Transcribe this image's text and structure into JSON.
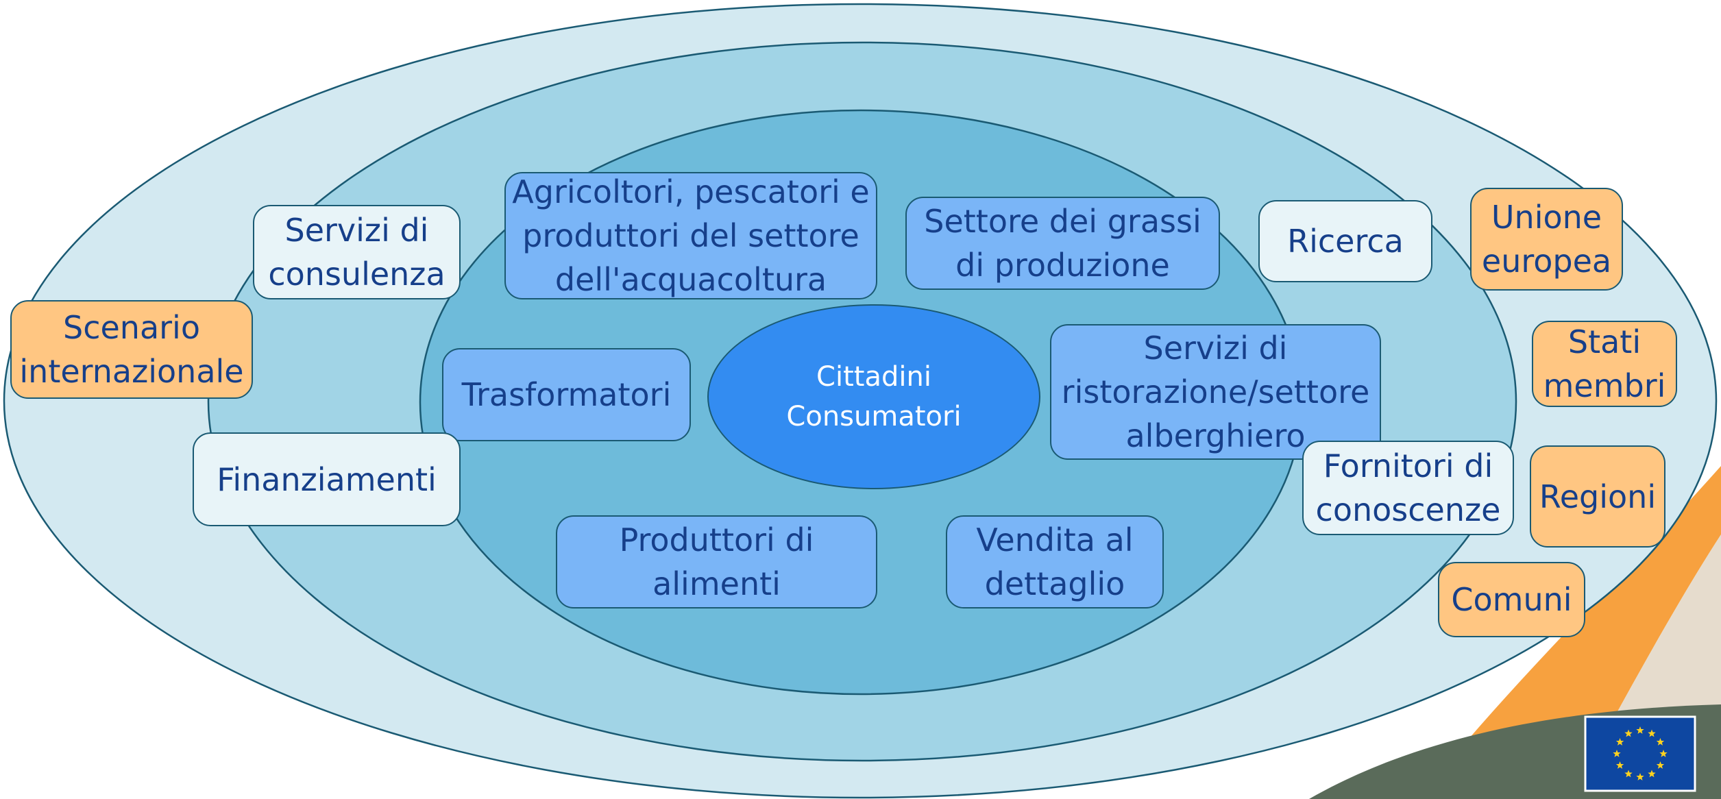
{
  "colors": {
    "ring_outer": "#d3e9f1",
    "ring_middle": "#a1d4e6",
    "ring_inner": "#6ebbda",
    "center": "#338cf1",
    "inner_box": "#7ab5f7",
    "middle_box": "#e8f4f8",
    "outer_box": "#ffc682",
    "text": "#163f8a",
    "accent_orange": "#f7a13f",
    "accent_beige": "#e6dccd",
    "accent_green": "#5a6b5a",
    "eu_blue": "#0e47a1",
    "eu_star": "#ffd21f"
  },
  "center": {
    "label": "Cittadini\nConsumatori"
  },
  "inner_ring": {
    "agricoltori": "Agricoltori, pescatori e\nproduttori del settore\ndell'acquacoltura",
    "grassi": "Settore dei grassi\ndi produzione",
    "trasformatori": "Trasformatori",
    "ristorazione": "Servizi di\nristorazione/settore\nalberghiero",
    "alimenti": "Produttori di\nalimenti",
    "vendita": "Vendita al\ndettaglio"
  },
  "middle_ring": {
    "consulenza": "Servizi di\nconsulenza",
    "finanziamenti": "Finanziamenti",
    "ricerca": "Ricerca",
    "fornitori": "Fornitori di\nconoscenze"
  },
  "outer_ring": {
    "scenario": "Scenario\ninternazionale",
    "unione": "Unione\neuropea",
    "stati": "Stati\nmembri",
    "regioni": "Regioni",
    "comuni": "Comuni"
  },
  "logo": {
    "icon": "eu-flag-icon"
  }
}
